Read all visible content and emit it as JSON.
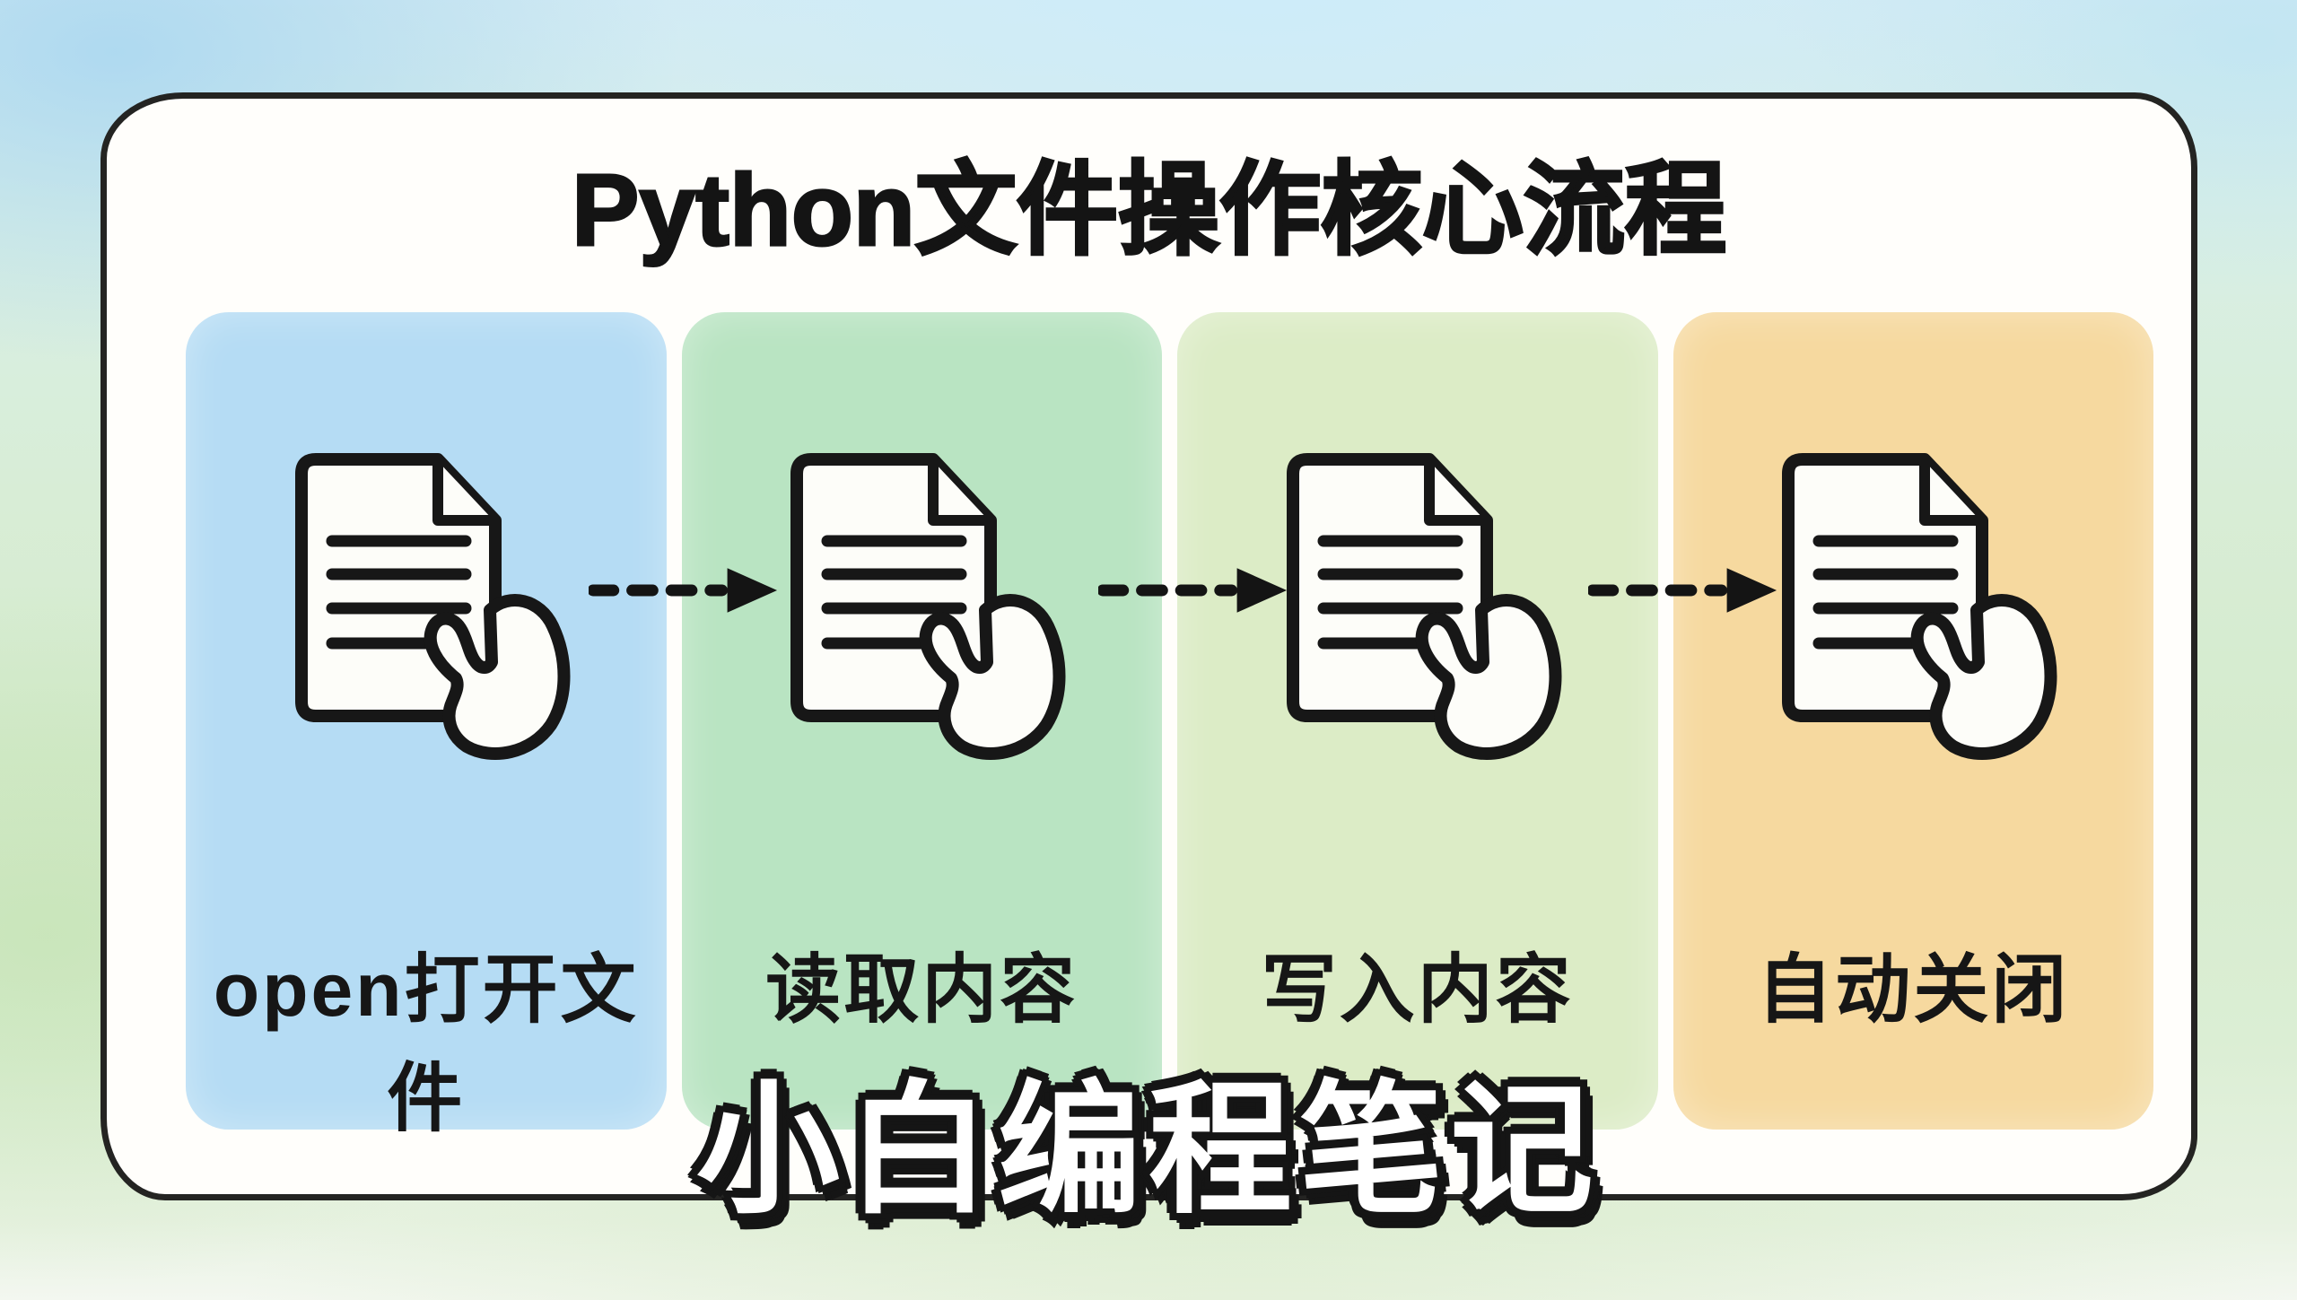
{
  "title": "Python文件操作核心流程",
  "steps": [
    {
      "id": "open",
      "label": "open打开文件",
      "icon": "document-hand-icon",
      "card_color": "#b5dcf4"
    },
    {
      "id": "read",
      "label": "读取内容",
      "icon": "document-hand-icon",
      "card_color": "#b9e4c2"
    },
    {
      "id": "write",
      "label": "写入内容",
      "icon": "document-hand-icon",
      "card_color": "#dcecc6"
    },
    {
      "id": "close",
      "label": "自动关闭",
      "icon": "document-hand-icon",
      "card_color": "#f6d99f"
    }
  ],
  "flow": {
    "connector_style": "dashed-arrow",
    "connector_count": 3,
    "connector_color": "#141414"
  },
  "footer": {
    "brand": "小白编程笔记"
  },
  "colors": {
    "panel-bg": "#fffefb",
    "panel-border": "#242422",
    "title-text": "#141414",
    "label-text": "#161616",
    "icon-stroke": "#171717",
    "icon-fill": "#fdfdf9",
    "footer-fill": "#ffffff",
    "footer-outline": "#151515"
  }
}
